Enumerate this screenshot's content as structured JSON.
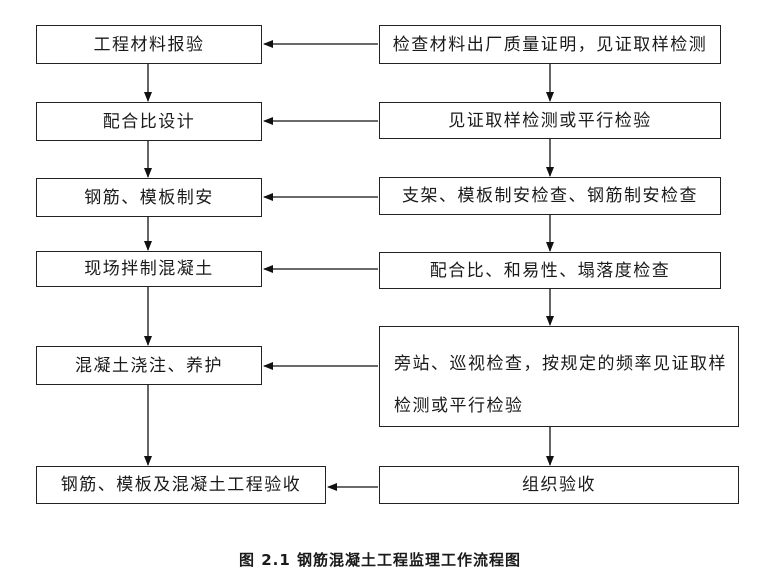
{
  "left_steps": [
    "工程材料报验",
    "配合比设计",
    "钢筋、模板制安",
    "现场拌制混凝土",
    "混凝土浇注、养护",
    "钢筋、模板及混凝土工程验收"
  ],
  "right_steps": [
    "检查材料出厂质量证明，见证取样检测",
    "见证取样检测或平行检验",
    "支架、模板制安检查、钢筋制安检查",
    "配合比、和易性、塌落度检查",
    "旁站、巡视检查，按规定的频率见证取样检测或平行检验",
    "组织验收"
  ],
  "caption": "图 2.1   钢筋混凝土工程监理工作流程图"
}
